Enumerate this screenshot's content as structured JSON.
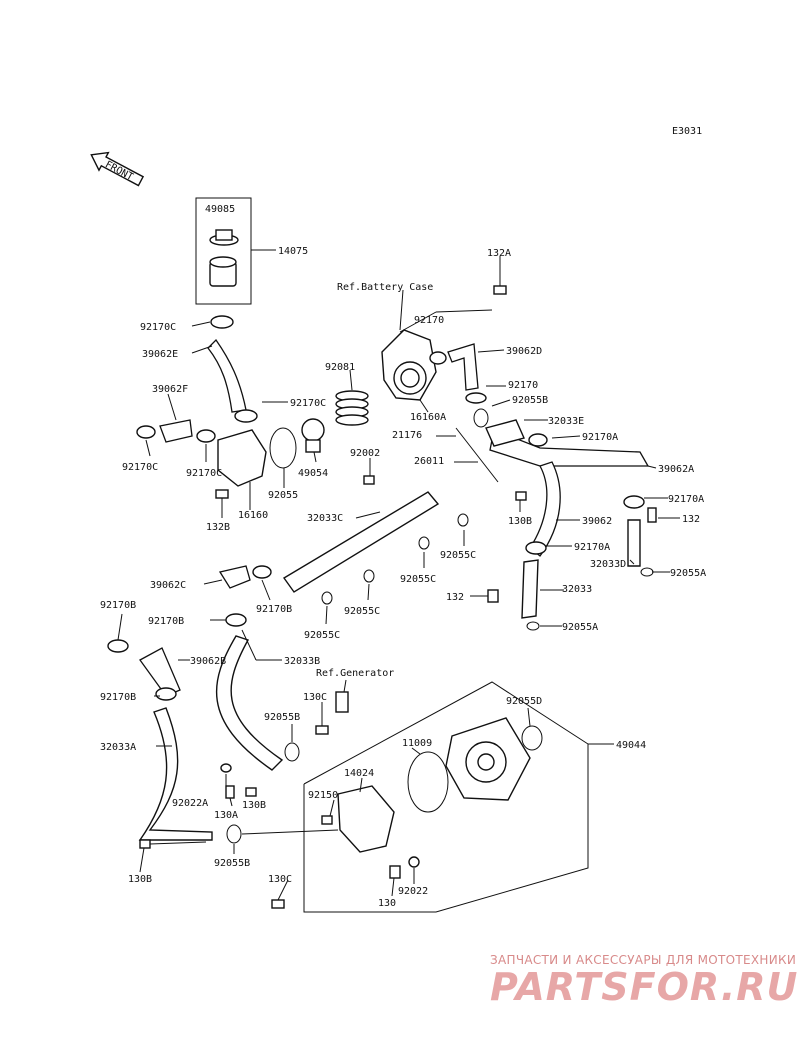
{
  "diagram_code": "E3031",
  "front_label": "FRONT",
  "refs": {
    "battery_case": "Ref.Battery Case",
    "generator": "Ref.Generator"
  },
  "parts": {
    "p49085": "49085",
    "p14075": "14075",
    "p132a": "132A",
    "p92170c_1": "92170C",
    "p39062e": "39062E",
    "p92170": "92170",
    "p39062d": "39062D",
    "p92081": "92081",
    "p92170_2": "92170",
    "p92055b_1": "92055B",
    "p39062f": "39062F",
    "p92170c_2": "92170C",
    "p16160a": "16160A",
    "p32033e": "32033E",
    "p21176": "21176",
    "p92170a_1": "92170A",
    "p92170c_3": "92170C",
    "p92170c_4": "92170C",
    "p49054": "49054",
    "p92002": "92002",
    "p26011": "26011",
    "p39062a": "39062A",
    "p92055": "92055",
    "p16160": "16160",
    "p132b_1": "132B",
    "p130b_1": "130B",
    "p92170a_2": "92170A",
    "p32033c": "32033C",
    "p39062": "39062",
    "p132": "132",
    "p92055c_1": "92055C",
    "p92170a_3": "92170A",
    "p32033d": "32033D",
    "p92055a_1": "92055A",
    "p39062c": "39062C",
    "p92055c_2": "92055C",
    "p92170b_1": "92170B",
    "p32033": "32033",
    "p132_2": "132",
    "p92055c_3": "92055C",
    "p92170b_2": "92170B",
    "p92055c_4": "92055C",
    "p92055a_2": "92055A",
    "p92170b_3": "92170B",
    "p32033b": "32033B",
    "p39062b": "39062B",
    "p92170b_4": "92170B",
    "p130c_1": "130C",
    "p92055d": "92055D",
    "p92055b_2": "92055B",
    "p32033a": "32033A",
    "p11009": "11009",
    "p49044": "49044",
    "p14024": "14024",
    "p92022a": "92022A",
    "p130a": "130A",
    "p130b_2": "130B",
    "p92150": "92150",
    "p92055b_3": "92055B",
    "p130b_3": "130B",
    "p92022": "92022",
    "p130": "130",
    "p130c_2": "130C"
  },
  "watermark": {
    "caption": "ЗАПЧАСТИ И АКСЕССУАРЫ ДЛЯ МОТОТЕХНИКИ",
    "brand": "PARTSFOR.RU"
  }
}
